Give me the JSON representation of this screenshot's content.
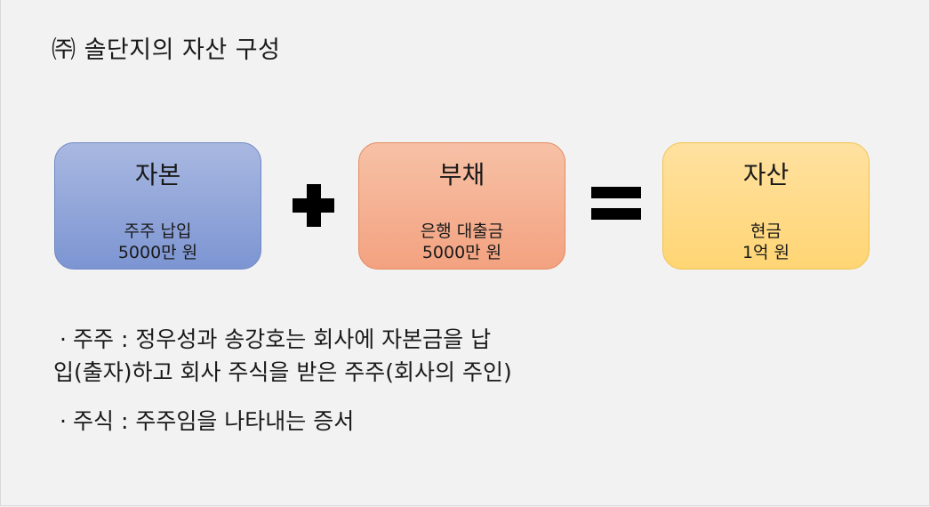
{
  "title": "㈜ 솔단지의 자산 구성",
  "boxes": {
    "capital": {
      "title": "자본",
      "line1": "주주 납입",
      "line2": "5000만 원"
    },
    "debt": {
      "title": "부채",
      "line1": "은행 대출금",
      "line2": "5000만 원"
    },
    "asset": {
      "title": "자산",
      "line1": "현금",
      "line2": "1억 원"
    }
  },
  "operators": {
    "plus": "plus-sign",
    "equals": "equals-sign"
  },
  "notes": {
    "bullet": "·",
    "note1_line1": "주주 : 정우성과 송강호는 회사에 자본금을 납",
    "note1_line2": "입(출자)하고 회사 주식을 받은 주주(회사의 주인)",
    "note2": "주식 : 주주임을 나타내는 증서"
  },
  "colors": {
    "capital": "#8ea3d8",
    "debt": "#f5b090",
    "asset": "#ffdb88"
  }
}
